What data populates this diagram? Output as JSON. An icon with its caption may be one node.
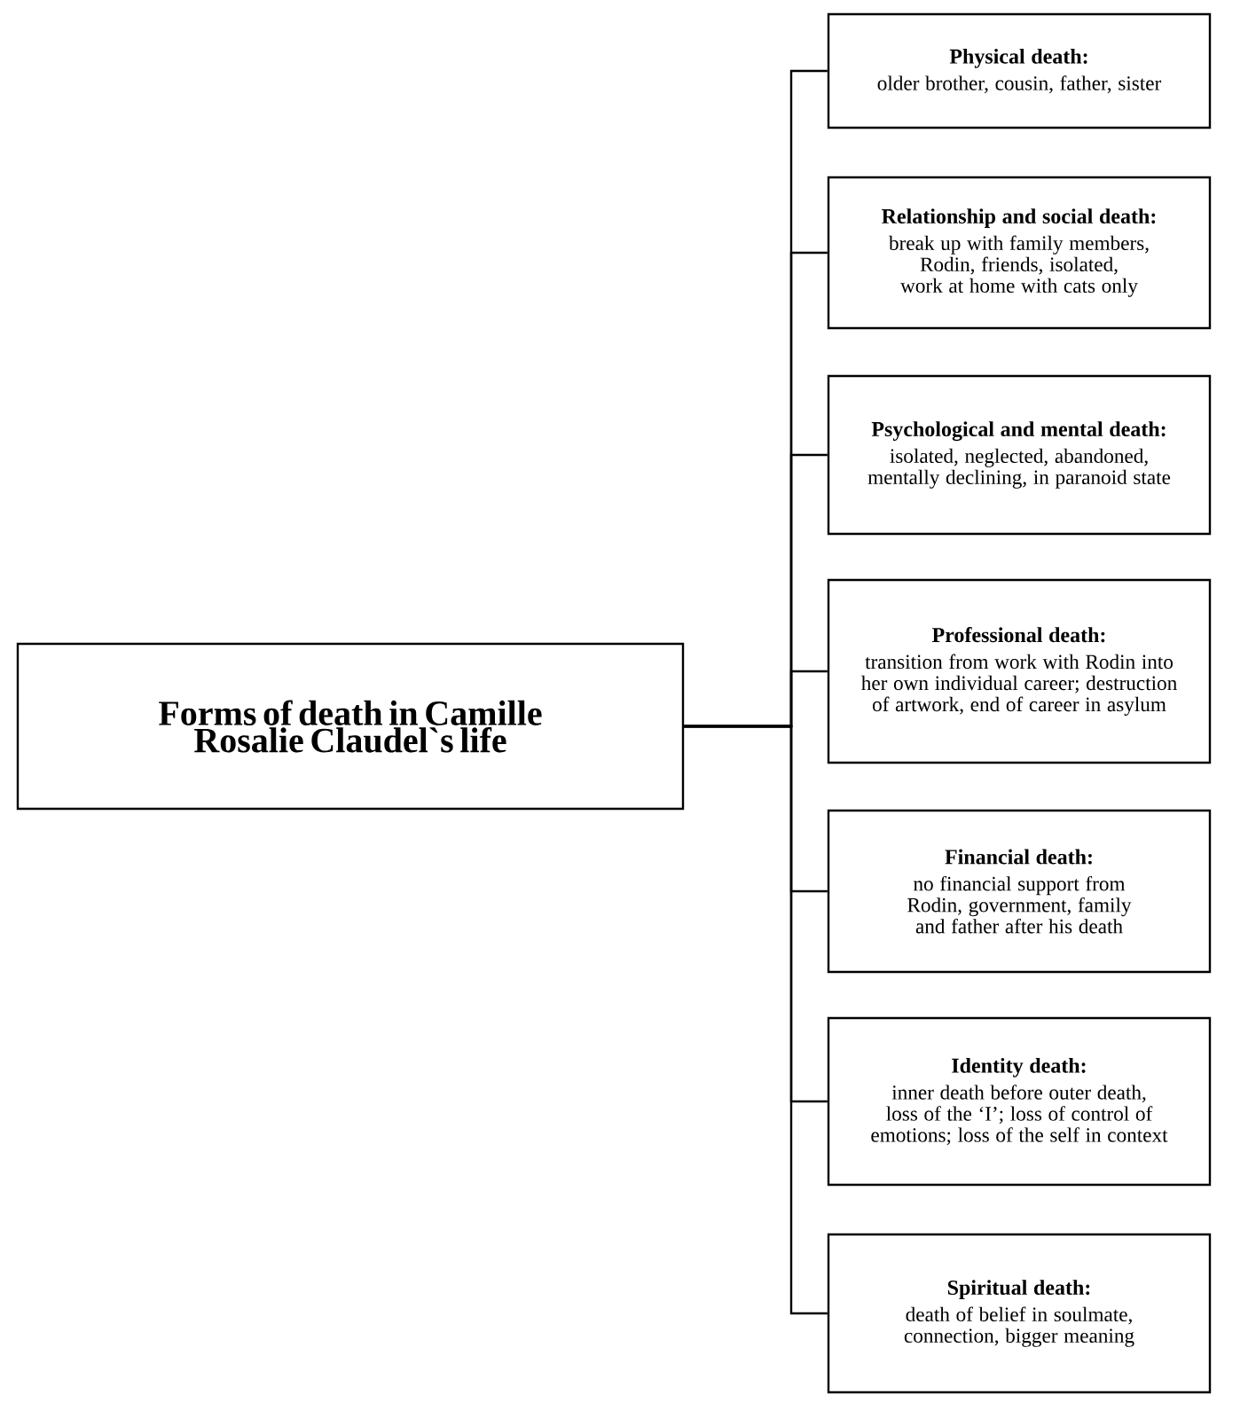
{
  "diagram": {
    "nodes": [
      {
        "text": [
          "Forms of death in Camille Rosalie Claudel`s life"
        ]
      },
      {
        "text": [
          "Physical death:",
          "older brother, cousin, father, sister"
        ]
      },
      {
        "text": [
          "Relationship and social death:",
          "break up with family members, Rodin, friends, isolated, work at home with cats only"
        ]
      },
      {
        "text": [
          "Psychological and mental death:",
          "isolated, neglected, abandoned, mentally declining, in paranoid state"
        ]
      },
      {
        "text": [
          "Professional death:",
          "transition from work with Rodin into her own individual career; destruction of artwork, end of career in asylum"
        ]
      },
      {
        "text": [
          "Financial death:",
          "no financial support from Rodin, government, family and father after his death"
        ]
      },
      {
        "text": [
          "Identity death:",
          "inner death before outer death, loss of the ‘I’; loss of control of emotions; loss of the self in context"
        ]
      },
      {
        "text": [
          "Spiritual death:",
          "death of belief in soulmate, connection, bigger meaning"
        ]
      }
    ],
    "edges": [
      {
        "from": 0,
        "to": 1,
        "arrow": "none"
      },
      {
        "from": 0,
        "to": 2,
        "arrow": "none"
      },
      {
        "from": 0,
        "to": 3,
        "arrow": "none"
      },
      {
        "from": 0,
        "to": 4,
        "arrow": "none"
      },
      {
        "from": 0,
        "to": 5,
        "arrow": "none"
      },
      {
        "from": 0,
        "to": 6,
        "arrow": "none"
      },
      {
        "from": 0,
        "to": 7,
        "arrow": "none"
      }
    ]
  }
}
